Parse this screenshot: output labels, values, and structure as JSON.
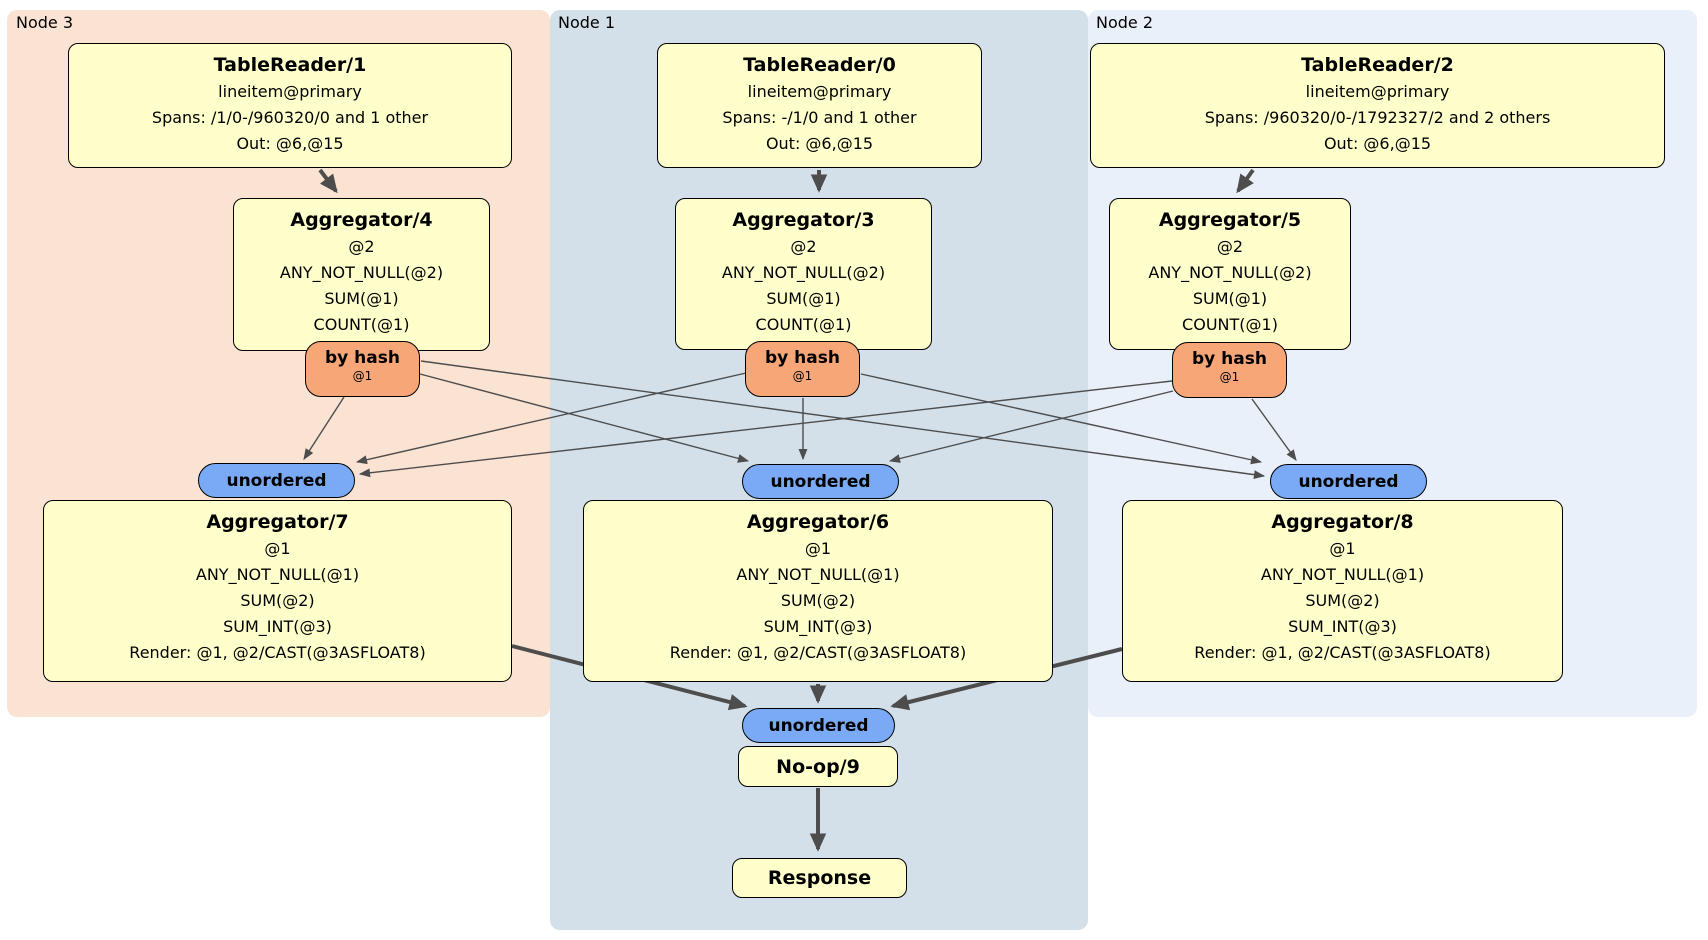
{
  "regions": [
    {
      "label": "Node 3"
    },
    {
      "label": "Node 1"
    },
    {
      "label": "Node 2"
    }
  ],
  "processors": {
    "tablereader1": {
      "title": "TableReader/1",
      "lines": [
        "lineitem@primary",
        "Spans: /1/0-/960320/0 and 1 other",
        "Out: @6,@15"
      ]
    },
    "tablereader0": {
      "title": "TableReader/0",
      "lines": [
        "lineitem@primary",
        "Spans: -/1/0 and 1 other",
        "Out: @6,@15"
      ]
    },
    "tablereader2": {
      "title": "TableReader/2",
      "lines": [
        "lineitem@primary",
        "Spans: /960320/0-/1792327/2 and 2 others",
        "Out: @6,@15"
      ]
    },
    "aggregator4": {
      "title": "Aggregator/4",
      "lines": [
        "@2",
        "ANY_NOT_NULL(@2)",
        "SUM(@1)",
        "COUNT(@1)"
      ]
    },
    "aggregator3": {
      "title": "Aggregator/3",
      "lines": [
        "@2",
        "ANY_NOT_NULL(@2)",
        "SUM(@1)",
        "COUNT(@1)"
      ]
    },
    "aggregator5": {
      "title": "Aggregator/5",
      "lines": [
        "@2",
        "ANY_NOT_NULL(@2)",
        "SUM(@1)",
        "COUNT(@1)"
      ]
    },
    "aggregator7": {
      "title": "Aggregator/7",
      "lines": [
        "@1",
        "ANY_NOT_NULL(@1)",
        "SUM(@2)",
        "SUM_INT(@3)",
        "Render: @1, @2/CAST(@3ASFLOAT8)"
      ]
    },
    "aggregator6": {
      "title": "Aggregator/6",
      "lines": [
        "@1",
        "ANY_NOT_NULL(@1)",
        "SUM(@2)",
        "SUM_INT(@3)",
        "Render: @1, @2/CAST(@3ASFLOAT8)"
      ]
    },
    "aggregator8": {
      "title": "Aggregator/8",
      "lines": [
        "@1",
        "ANY_NOT_NULL(@1)",
        "SUM(@2)",
        "SUM_INT(@3)",
        "Render: @1, @2/CAST(@3ASFLOAT8)"
      ]
    },
    "noop": {
      "title": "No-op/9"
    },
    "response": {
      "title": "Response"
    }
  },
  "router": {
    "label": "by hash",
    "detail": "@1"
  },
  "sync": {
    "label": "unordered"
  },
  "colors": {
    "node3_bg": "#FBE3D3",
    "node1_bg": "#D3E0EA",
    "node2_bg": "#EAF0F9",
    "processor_fill": "#FFFFCC",
    "router_fill": "#F7A678",
    "sync_fill": "#7AAAF5",
    "edge": "#4D4D4D"
  }
}
